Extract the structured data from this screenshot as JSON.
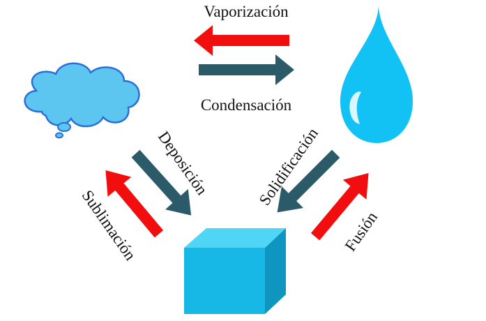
{
  "labels": {
    "vaporization": "Vaporización",
    "condensation": "Condensación",
    "deposition": "Deposición",
    "sublimation": "Sublimación",
    "solidification": "Solidificación",
    "fusion": "Fusión"
  },
  "states": {
    "gas_icon": "cloud-icon",
    "liquid_icon": "water-drop-icon",
    "solid_icon": "ice-cube-icon"
  },
  "colors": {
    "red_arrow": "#f20e0e",
    "dark_arrow": "#2b5a68",
    "cloud_fill": "#5cc6f0",
    "cloud_stroke": "#2a6fd6",
    "drop_fill": "#12c2f5",
    "cube_front": "#18b8e6",
    "cube_top": "#4fd6f7",
    "cube_side": "#0e96c0"
  }
}
